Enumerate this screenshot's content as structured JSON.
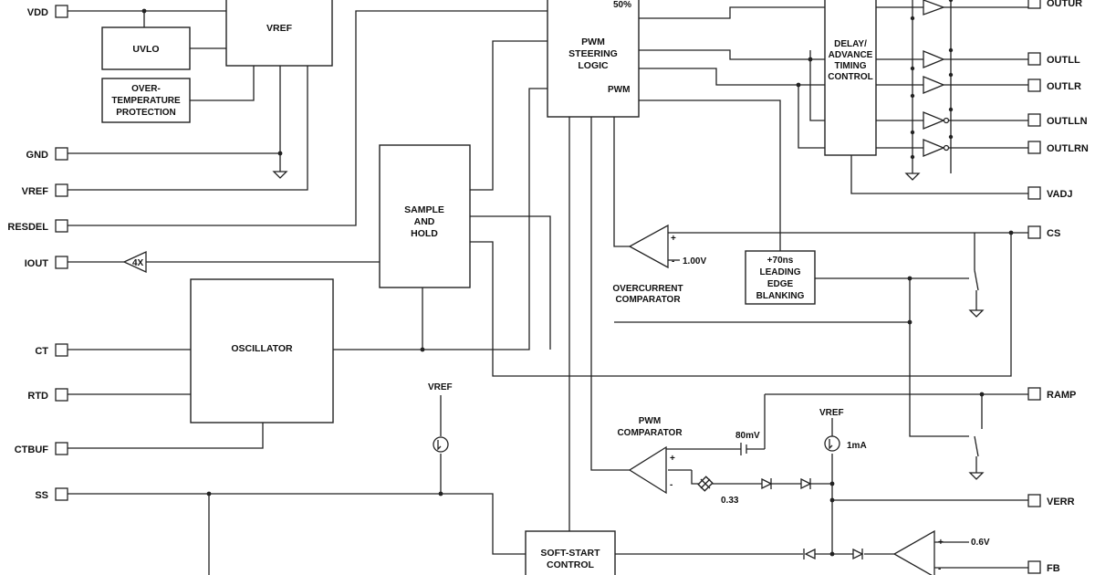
{
  "pins_left": [
    {
      "id": "vdd",
      "label": "VDD"
    },
    {
      "id": "gnd",
      "label": "GND"
    },
    {
      "id": "vref",
      "label": "VREF"
    },
    {
      "id": "resdel",
      "label": "RESDEL"
    },
    {
      "id": "iout",
      "label": "IOUT"
    },
    {
      "id": "ct",
      "label": "CT"
    },
    {
      "id": "rtd",
      "label": "RTD"
    },
    {
      "id": "ctbuf",
      "label": "CTBUF"
    },
    {
      "id": "ss",
      "label": "SS"
    }
  ],
  "pins_right": [
    {
      "id": "outur",
      "label": "OUTUR"
    },
    {
      "id": "outll",
      "label": "OUTLL"
    },
    {
      "id": "outlr",
      "label": "OUTLR"
    },
    {
      "id": "outlln",
      "label": "OUTLLN"
    },
    {
      "id": "outlrn",
      "label": "OUTLRN"
    },
    {
      "id": "vadj",
      "label": "VADJ"
    },
    {
      "id": "cs",
      "label": "CS"
    },
    {
      "id": "ramp",
      "label": "RAMP"
    },
    {
      "id": "verr",
      "label": "VERR"
    },
    {
      "id": "fb",
      "label": "FB"
    }
  ],
  "blocks": {
    "vref": [
      "VREF"
    ],
    "uvlo": [
      "UVLO"
    ],
    "ovt": [
      "OVER-",
      "TEMPERATURE",
      "PROTECTION"
    ],
    "pwm_steer": [
      "PWM",
      "STEERING",
      "LOGIC"
    ],
    "pwm_out": "PWM",
    "pct50": "50%",
    "delay": [
      "DELAY/",
      "ADVANCE",
      "TIMING",
      "CONTROL"
    ],
    "sample": [
      "SAMPLE",
      "AND",
      "HOLD"
    ],
    "oscillator": [
      "OSCILLATOR"
    ],
    "leb": [
      "+70ns",
      "LEADING",
      "EDGE",
      "BLANKING"
    ],
    "softstart": [
      "SOFT-START",
      "CONTROL"
    ]
  },
  "labels": {
    "iout_gain": "4X",
    "oc_ref": "1.00V",
    "oc_comp": [
      "OVERCURRENT",
      "COMPARATOR"
    ],
    "pwm_comp": [
      "PWM",
      "COMPARATOR"
    ],
    "mv80": "80mV",
    "gain033": "0.33",
    "vref_src1": "VREF",
    "vref_src2": "VREF",
    "ma1": "1mA",
    "v06": "0.6V"
  }
}
